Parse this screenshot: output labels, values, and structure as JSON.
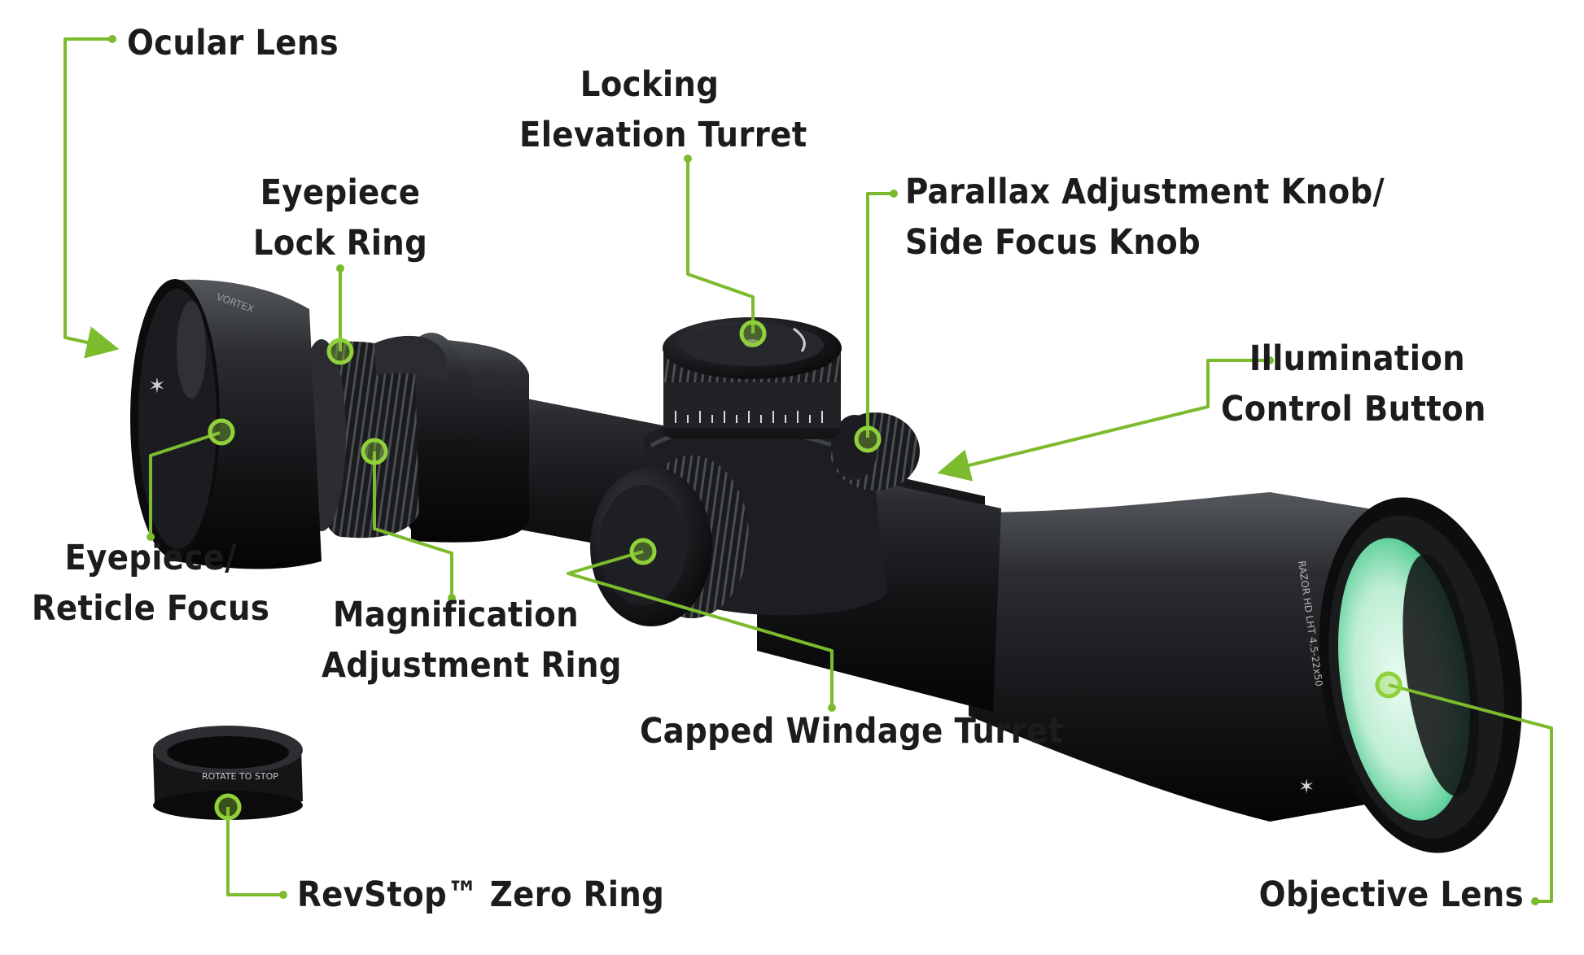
{
  "colors": {
    "leader": "#7cbb2e",
    "marker": "#8fd13a",
    "scope_body": "#17181a",
    "scope_highlight": "#3c3f44",
    "lens_tint": "#4fc78e",
    "background": "#ffffff"
  },
  "scope_markings": {
    "ocular_text": "VORTEX",
    "objective_text": "RAZOR HD LHT 4.5-22x50",
    "zero_ring_text": "ROTATE TO STOP"
  },
  "labels": [
    {
      "id": "ocular-lens",
      "lines": [
        "Ocular Lens"
      ]
    },
    {
      "id": "locking-elevation-turret",
      "lines": [
        "Locking",
        "Elevation Turret"
      ]
    },
    {
      "id": "eyepiece-lock-ring",
      "lines": [
        "Eyepiece",
        "Lock Ring"
      ]
    },
    {
      "id": "parallax-adjustment-knob",
      "lines": [
        "Parallax Adjustment Knob/",
        "Side Focus Knob"
      ]
    },
    {
      "id": "illumination-control-button",
      "lines": [
        "Illumination",
        "Control Button"
      ]
    },
    {
      "id": "eyepiece-reticle-focus",
      "lines": [
        "Eyepiece/",
        "Reticle Focus"
      ]
    },
    {
      "id": "magnification-adjustment-ring",
      "lines": [
        "Magnification",
        "Adjustment Ring"
      ]
    },
    {
      "id": "capped-windage-turret",
      "lines": [
        "Capped Windage Turret"
      ]
    },
    {
      "id": "revstop-zero-ring",
      "lines": [
        "RevStop™ Zero Ring"
      ]
    },
    {
      "id": "objective-lens",
      "lines": [
        "Objective Lens"
      ]
    }
  ]
}
